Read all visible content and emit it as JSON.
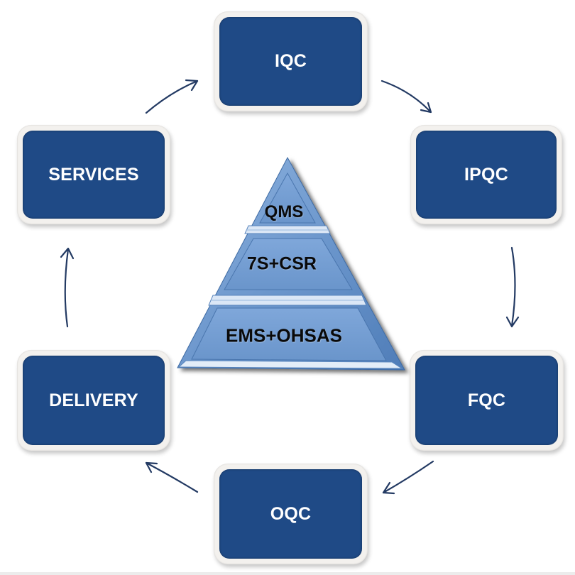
{
  "diagram": {
    "type": "cycle-with-pyramid",
    "colors": {
      "node_fill": "#1f4a86",
      "node_frame": "#f3f1ee",
      "node_text": "#ffffff",
      "arrow": "#233a63",
      "pyramid_fill": "#6b96cc",
      "pyramid_text": "#0a0a0a"
    },
    "cycle_nodes": [
      {
        "id": "iqc",
        "label": "IQC"
      },
      {
        "id": "ipqc",
        "label": "IPQC"
      },
      {
        "id": "fqc",
        "label": "FQC"
      },
      {
        "id": "oqc",
        "label": "OQC"
      },
      {
        "id": "delivery",
        "label": "DELIVERY"
      },
      {
        "id": "services",
        "label": "SERVICES"
      }
    ],
    "arrows": [
      {
        "from": "IQC",
        "to": "IPQC"
      },
      {
        "from": "IPQC",
        "to": "FQC"
      },
      {
        "from": "FQC",
        "to": "OQC"
      },
      {
        "from": "OQC",
        "to": "DELIVERY"
      },
      {
        "from": "DELIVERY",
        "to": "SERVICES"
      },
      {
        "from": "SERVICES",
        "to": "IQC"
      }
    ],
    "pyramid": {
      "tiers": [
        {
          "label": "QMS"
        },
        {
          "label": "7S+CSR"
        },
        {
          "label": "EMS+OHSAS"
        }
      ]
    }
  }
}
